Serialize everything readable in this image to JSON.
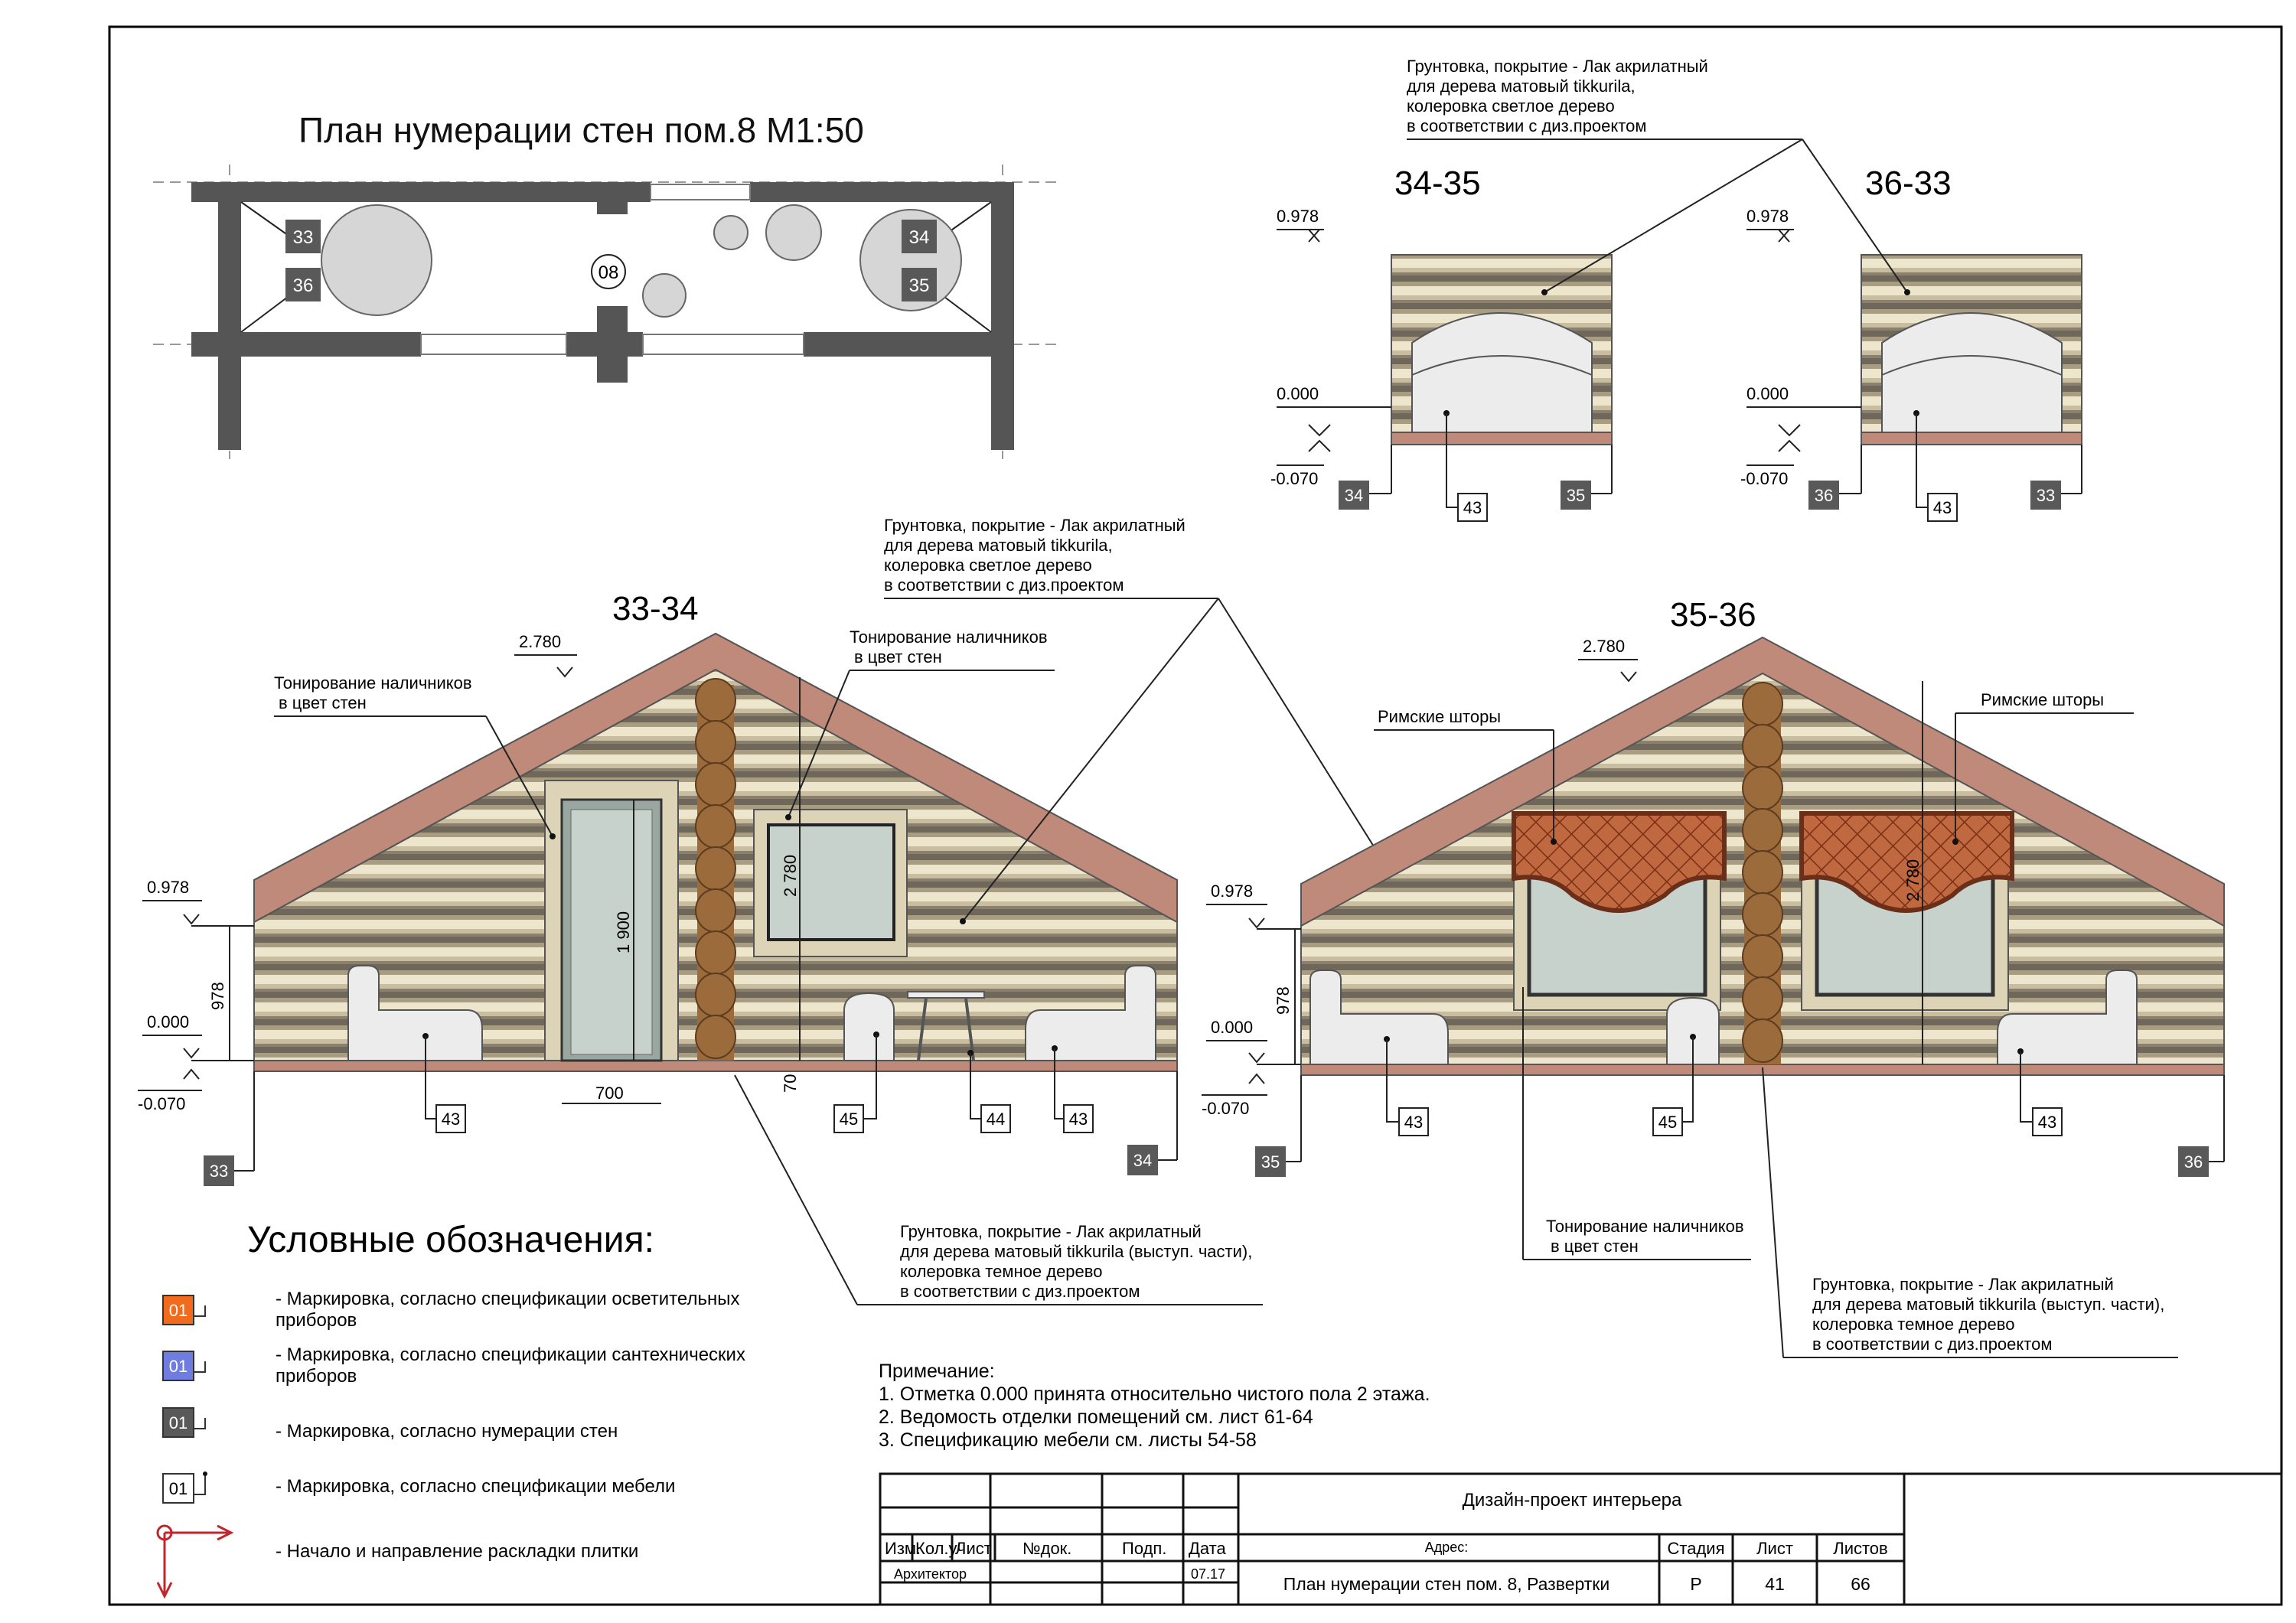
{
  "plan": {
    "title": "План нумерации стен пом.8 М1:50",
    "room_number": "08",
    "wall_marks": [
      "33",
      "36",
      "34",
      "35"
    ]
  },
  "finish_note": {
    "lines": [
      "Грунтовка, покрытие - Лак акрилатный",
      "для дерева матовый tikkurila,",
      "колеровка светлое дерево",
      "в соответствии с диз.проектом"
    ]
  },
  "dark_finish_note": {
    "lines": [
      "Грунтовка, покрытие - Лак акрилатный",
      "для дерева матовый tikkurila (выступ. части),",
      "колеровка темное дерево",
      "в соответствии с диз.проектом"
    ]
  },
  "trim_note": {
    "lines": [
      "Тонирование наличников",
      "в цвет стен"
    ]
  },
  "blinds_label": "Римские шторы",
  "levels": {
    "top_low": "0.978",
    "zero": "0.000",
    "minus": "-0.070",
    "top_high": "2.780"
  },
  "dims": {
    "d978": "978",
    "d1900": "1 900",
    "d2780": "2 780",
    "d700": "700",
    "d70": "70"
  },
  "elevation_34_35": {
    "title": "34-35",
    "left_mark": "34",
    "right_mark": "35",
    "furniture": "43"
  },
  "elevation_36_33": {
    "title": "36-33",
    "left_mark": "36",
    "right_mark": "33",
    "furniture": "43"
  },
  "elevation_33_34": {
    "title": "33-34",
    "left_mark": "33",
    "right_mark": "34",
    "furniture": [
      "43",
      "45",
      "44",
      "43"
    ]
  },
  "elevation_35_36": {
    "title": "35-36",
    "left_mark": "35",
    "right_mark": "36",
    "furniture": [
      "43",
      "45",
      "43"
    ]
  },
  "legend": {
    "title": "Условные обозначения:",
    "items": [
      {
        "mark": "01",
        "color": "#f26a1b",
        "text1": "- Маркировка, согласно спецификации осветительных",
        "text2": "приборов"
      },
      {
        "mark": "01",
        "color": "#6f7de0",
        "text1": "- Маркировка, согласно спецификации сантехнических",
        "text2": "приборов"
      },
      {
        "mark": "01",
        "color": "#595959",
        "text1": "- Маркировка, согласно нумерации стен",
        "text2": ""
      },
      {
        "mark": "01",
        "color": "#ffffff",
        "text1": "- Маркировка, согласно спецификации мебели",
        "text2": ""
      },
      {
        "mark": "",
        "color": "#c0272d",
        "text1": "- Начало и направление раскладки плитки",
        "text2": ""
      }
    ]
  },
  "notes": {
    "title": "Примечание:",
    "items": [
      "1. Отметка 0.000 принята относительно чистого пола 2 этажа.",
      "2. Ведомость отделки помещений см. лист 61-64",
      "3. Спецификацию мебели см. листы 54-58"
    ]
  },
  "title_block": {
    "project": "Дизайн-проект интерьера",
    "address_label": "Адрес:",
    "col_izm": "Изм.",
    "col_kol": "Кол.уч.",
    "col_list": "Лист",
    "col_ndok": "№док.",
    "col_podp": "Подп.",
    "col_data": "Дата",
    "role": "Архитектор",
    "date": "07.17",
    "sheet_title": "План нумерации стен пом. 8, Развертки",
    "stage_label": "Стадия",
    "sheet_label": "Лист",
    "sheets_label": "Листов",
    "stage": "Р",
    "sheet": "41",
    "sheets": "66"
  },
  "colors": {
    "roof": "#c08a7a",
    "wall_dark": "#6b6356",
    "wall_light": "#e7dcc0",
    "wall_mid": "#b5a98e",
    "beam": "#9c6b3b",
    "mark": "#595959",
    "valance": "#c0683f"
  }
}
